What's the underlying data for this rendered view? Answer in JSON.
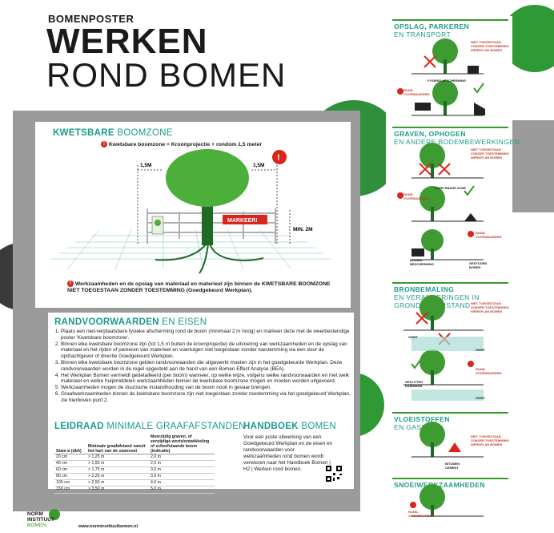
{
  "header": {
    "kicker": "BOMENPOSTER",
    "title_line1": "WERKEN",
    "title_line2": "ROND BOMEN"
  },
  "zone_panel": {
    "title_bold": "KWETSBARE",
    "title_light": "BOOMZONE",
    "formula": "Kwetsbare boomzone = Kroonprojectie + rondom 1,5 meter",
    "dim_left": "1,5M",
    "dim_right": "1,5M",
    "dim_height": "MIN. 2M",
    "markeer": "MARKEER!",
    "warning": "Werkzaamheden en de opslag van materiaal en materieel zijn binnen de KWETSBARE BOOMZONE NIET TOEGESTAAN ZONDER TOESTEMMING (Goedgekeurd Werkplan)."
  },
  "rules_panel": {
    "title_bold": "RANDVOORWAARDEN",
    "title_light": "EN EISEN",
    "items": [
      "Plaats een niet-verplaatsbare fysieke afscherming rond de boom (minimaal 2 m hoog) en markeer deze met de weerbestendige poster 'Kwetsbare boomzone'.",
      "Binnen elke kwetsbare boomzone zijn (tot 1,5 m buiten de kroonprojectie) de uitvoering van werkzaamheden en de opslag van materiaal en het rijden of parkeren van materieel en voertuigen niet toegestaan zonder toestemming via een door de opdrachtgever of directie Goedgekeurd Werkplan.",
      "Binnen elke kwetsbare boomzone gelden randvoorwaarden die uitgewerkt moeten zijn in het goedgekeurde Werkplan. Deze randvoorwaarden worden in de regel opgesteld aan de hand van een Bomen Effect Analyse (BEA).",
      "Het Werkplan Bomen vermeldt gedetailleerd (per boom) wanneer, op welke wijze, volgens welke randvoorwaarden en met welk materieel en welke hulpmiddelen werkzaamheden binnen de kwetsbare boomzone mogen en moeten worden uitgevoerd.",
      "Werkzaamheden mogen de duurzame instandhouding van de boom nooit in gevaar brengen.",
      "Graafwerkzaamheden binnen de kwetsbare boomzone zijn niet toegestaan zonder toestemming via het goedgekeurd Werkplan, zie hierboven punt 2."
    ]
  },
  "leidraad": {
    "title_bold": "LEIDRAAD",
    "title_light": "MINIMALE GRAAFAFSTANDEN",
    "columns": [
      "Stam ø (dbh)",
      "Minimale graafafstand vanuit het hart van de stamvoet",
      "Meerzijdig graven, of eenzijdige wortelontwikkeling of scheefstaande boom (indicatie)"
    ],
    "rows": [
      [
        "20 cm",
        "> 1,25 m",
        "2,0 m"
      ],
      [
        "40 cm",
        "> 1,50 m",
        "2,5 m"
      ],
      [
        "60 cm",
        "> 1,75 m",
        "3,0 m"
      ],
      [
        "80 cm",
        "> 2,25 m",
        "3,5 m"
      ],
      [
        "100 cm",
        "> 2,50 m",
        "4,0 m"
      ],
      [
        "150 cm",
        "> 3,50 m",
        "5,0 m"
      ]
    ]
  },
  "handboek": {
    "title_bold": "HANDBOEK",
    "title_light": "BOMEN",
    "text": "Voor een juiste uitwerking van een Goedgekeurd Werkplan en de eisen en randvoorwaarden voor werkzaamheden rond bomen wordt verwezen naar het Handboek Bomen | H2 | Werken rond bomen."
  },
  "footer": {
    "logo_line1": "NORM",
    "logo_line2": "INSTITUUT",
    "logo_line3": "BOMEN",
    "url": "www.norminstituutbomen.nl"
  },
  "side": {
    "sections": [
      {
        "bold": "OPSLAG, PARKEREN",
        "light": "EN TRANSPORT"
      },
      {
        "bold": "GRAVEN, OPHOGEN",
        "light": "EN ANDERE BODEMBEWERKINGEN"
      },
      {
        "bold": "BRONBEMALING",
        "light": "EN VERANDERINGEN IN GRONDWATERSTAND"
      },
      {
        "bold": "VLOEISTOFFEN",
        "light": "EN GASSEN"
      },
      {
        "bold": "SNOEIWERKZAAMHEDEN",
        "light": ""
      }
    ],
    "labels": {
      "not_allowed": "NIET TOEGESTAAN ZONDER TOESTEMMING WERKPLAN BOMEN",
      "randvoorwaarden": "RAND-VOORWAARDEN",
      "fysieke": "FYSIEKE AFSCHERMING",
      "kwetsbare": "KWETSBARE ZONE",
      "bodem": "BODEM-BESCHERMING",
      "gestuurd": "GESTUURD BOREN",
      "gwst": "GWST",
      "gesloten": "GESLOTEN DAMWAND",
      "bitumen": "BITUMEN CEMENT"
    }
  },
  "colors": {
    "green": "#3a9a2b",
    "teal": "#1b9b8c",
    "red": "#d9261c",
    "grey": "#9b9b9b"
  }
}
